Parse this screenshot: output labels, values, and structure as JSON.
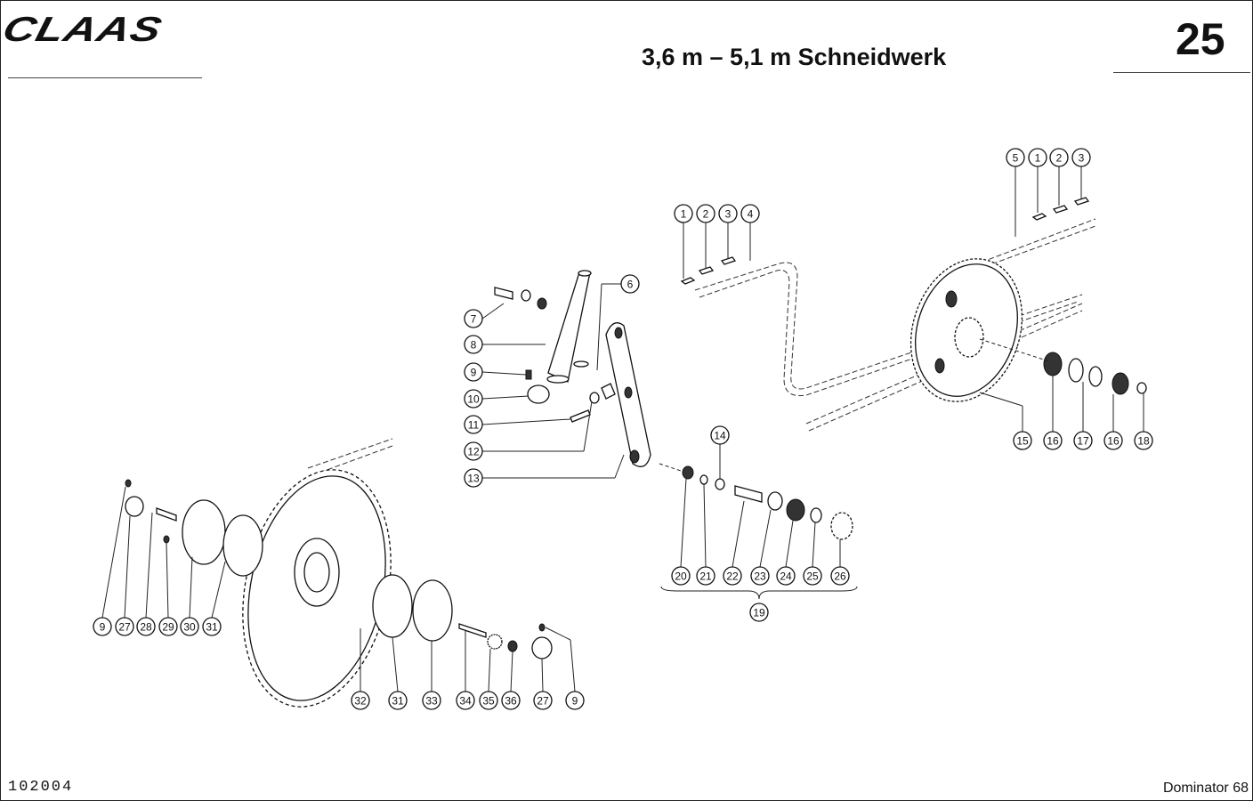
{
  "header": {
    "brand": "CLAAS",
    "title": "3,6 m  – 5,1 m Schneidwerk",
    "page_number": "25"
  },
  "footer": {
    "doc_id": "102004",
    "model": "Dominator 68"
  },
  "callouts": [
    {
      "id": "c5",
      "label": "5"
    },
    {
      "id": "c1a",
      "label": "1"
    },
    {
      "id": "c2a",
      "label": "2"
    },
    {
      "id": "c3a",
      "label": "3"
    },
    {
      "id": "c1b",
      "label": "1"
    },
    {
      "id": "c2b",
      "label": "2"
    },
    {
      "id": "c3b",
      "label": "3"
    },
    {
      "id": "c4",
      "label": "4"
    },
    {
      "id": "c6",
      "label": "6"
    },
    {
      "id": "c7",
      "label": "7"
    },
    {
      "id": "c8",
      "label": "8"
    },
    {
      "id": "c9a",
      "label": "9"
    },
    {
      "id": "c10",
      "label": "10"
    },
    {
      "id": "c11",
      "label": "11"
    },
    {
      "id": "c12",
      "label": "12"
    },
    {
      "id": "c13",
      "label": "13"
    },
    {
      "id": "c14",
      "label": "14"
    },
    {
      "id": "c15",
      "label": "15"
    },
    {
      "id": "c16a",
      "label": "16"
    },
    {
      "id": "c17",
      "label": "17"
    },
    {
      "id": "c16b",
      "label": "16"
    },
    {
      "id": "c18",
      "label": "18"
    },
    {
      "id": "c20",
      "label": "20"
    },
    {
      "id": "c21",
      "label": "21"
    },
    {
      "id": "c22",
      "label": "22"
    },
    {
      "id": "c23",
      "label": "23"
    },
    {
      "id": "c24",
      "label": "24"
    },
    {
      "id": "c25",
      "label": "25"
    },
    {
      "id": "c26",
      "label": "26"
    },
    {
      "id": "c19",
      "label": "19"
    },
    {
      "id": "c9b",
      "label": "9"
    },
    {
      "id": "c27a",
      "label": "27"
    },
    {
      "id": "c28",
      "label": "28"
    },
    {
      "id": "c29",
      "label": "29"
    },
    {
      "id": "c30",
      "label": "30"
    },
    {
      "id": "c31a",
      "label": "31"
    },
    {
      "id": "c32",
      "label": "32"
    },
    {
      "id": "c31b",
      "label": "31"
    },
    {
      "id": "c33",
      "label": "33"
    },
    {
      "id": "c34",
      "label": "34"
    },
    {
      "id": "c35",
      "label": "35"
    },
    {
      "id": "c36",
      "label": "36"
    },
    {
      "id": "c27b",
      "label": "27"
    },
    {
      "id": "c9c",
      "label": "9"
    }
  ]
}
